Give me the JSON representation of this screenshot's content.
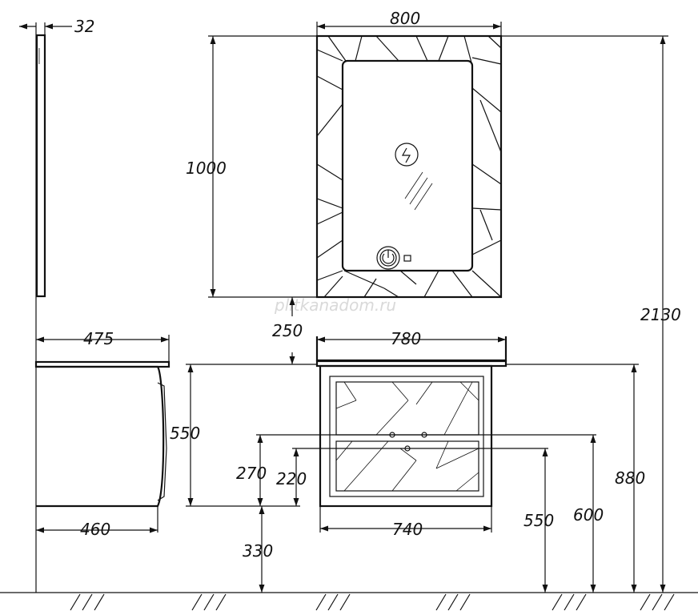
{
  "watermark": "plitkanadom.ru",
  "dimensions": {
    "mirror_depth": "32",
    "mirror_width": "800",
    "mirror_height": "1000",
    "total_height": "2130",
    "cabinet_depth_top": "475",
    "gap_above_cabinet": "250",
    "top_width": "780",
    "cabinet_height": "550",
    "height_270": "270",
    "height_220": "220",
    "cabinet_depth_bottom": "460",
    "bottom_width": "740",
    "floor_gap": "330",
    "height_550_floor": "550",
    "height_600_floor": "600",
    "height_880_floor": "880"
  }
}
